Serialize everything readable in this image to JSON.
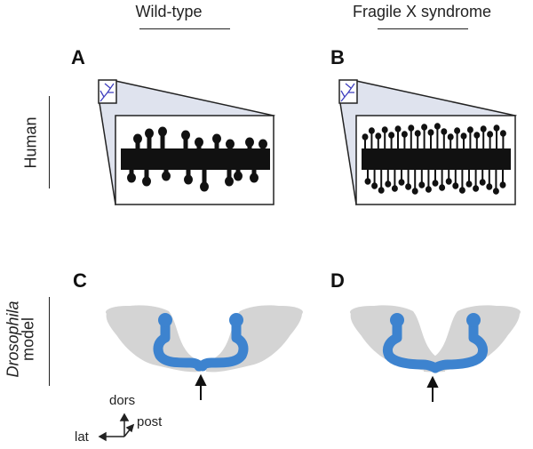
{
  "columns": {
    "left_title": "Wild-type",
    "right_title": "Fragile X syndrome"
  },
  "panels": {
    "a": "A",
    "b": "B",
    "c": "C",
    "d": "D"
  },
  "rows": {
    "human_label": "Human",
    "drosophila_label_line1": "Drosophila",
    "drosophila_label_line2": "model"
  },
  "axes": {
    "dors": "dors",
    "post": "post",
    "lat": "lat"
  },
  "colors": {
    "dendrite_blue": "#3f3fbf",
    "zoom_fill": "#dfe3ee",
    "spine_black": "#111111",
    "brain_gray": "#d4d4d4",
    "lobe_blue": "#3d83cf"
  }
}
